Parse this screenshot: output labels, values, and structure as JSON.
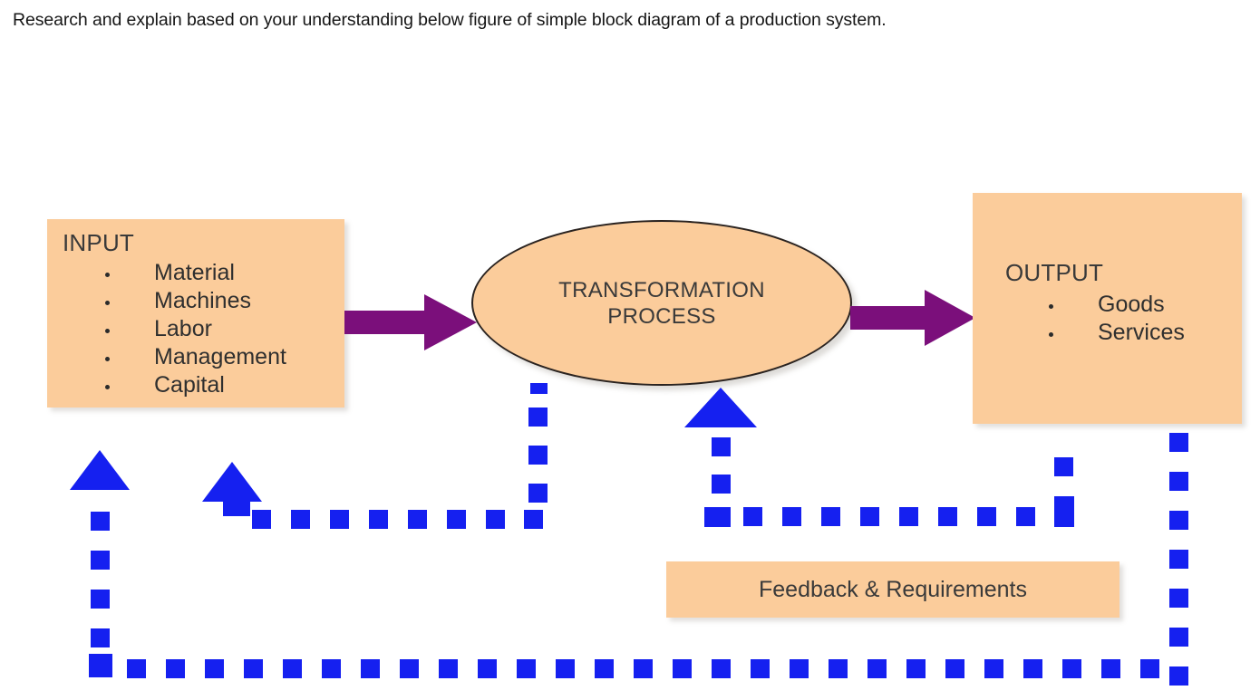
{
  "prompt": {
    "text": "Research and explain based on your understanding below figure of simple block diagram of a production system."
  },
  "colors": {
    "box_fill": "#FBCC9B",
    "arrow_purple": "#7B0F7B",
    "feedback_blue": "#1520F0",
    "text": "#3a3a3a",
    "ellipse_border": "#2a2320"
  },
  "diagram": {
    "title": "simple block diagram of a production system",
    "input": {
      "title": "INPUT",
      "items": [
        "Material",
        "Machines",
        "Labor",
        "Management",
        "Capital"
      ]
    },
    "process": {
      "label": "TRANSFORMATION\nPROCESS"
    },
    "output": {
      "title": "OUTPUT",
      "items": [
        "Goods",
        "Services"
      ]
    },
    "feedback": {
      "label": "Feedback & Requirements"
    },
    "flow_arrows": [
      {
        "name": "input-to-process",
        "from": "INPUT",
        "to": "TRANSFORMATION PROCESS",
        "style": "solid-purple"
      },
      {
        "name": "process-to-output",
        "from": "TRANSFORMATION PROCESS",
        "to": "OUTPUT",
        "style": "solid-purple"
      }
    ],
    "feedback_arrows": [
      {
        "name": "feedback-to-input",
        "from": "Feedback & Requirements",
        "to": "INPUT",
        "style": "dashed-blue"
      },
      {
        "name": "feedback-to-process",
        "from": "Feedback & Requirements",
        "to": "TRANSFORMATION PROCESS",
        "style": "dashed-blue"
      },
      {
        "name": "output-to-feedback",
        "from": "OUTPUT",
        "to": "INPUT",
        "style": "dashed-blue"
      }
    ]
  }
}
